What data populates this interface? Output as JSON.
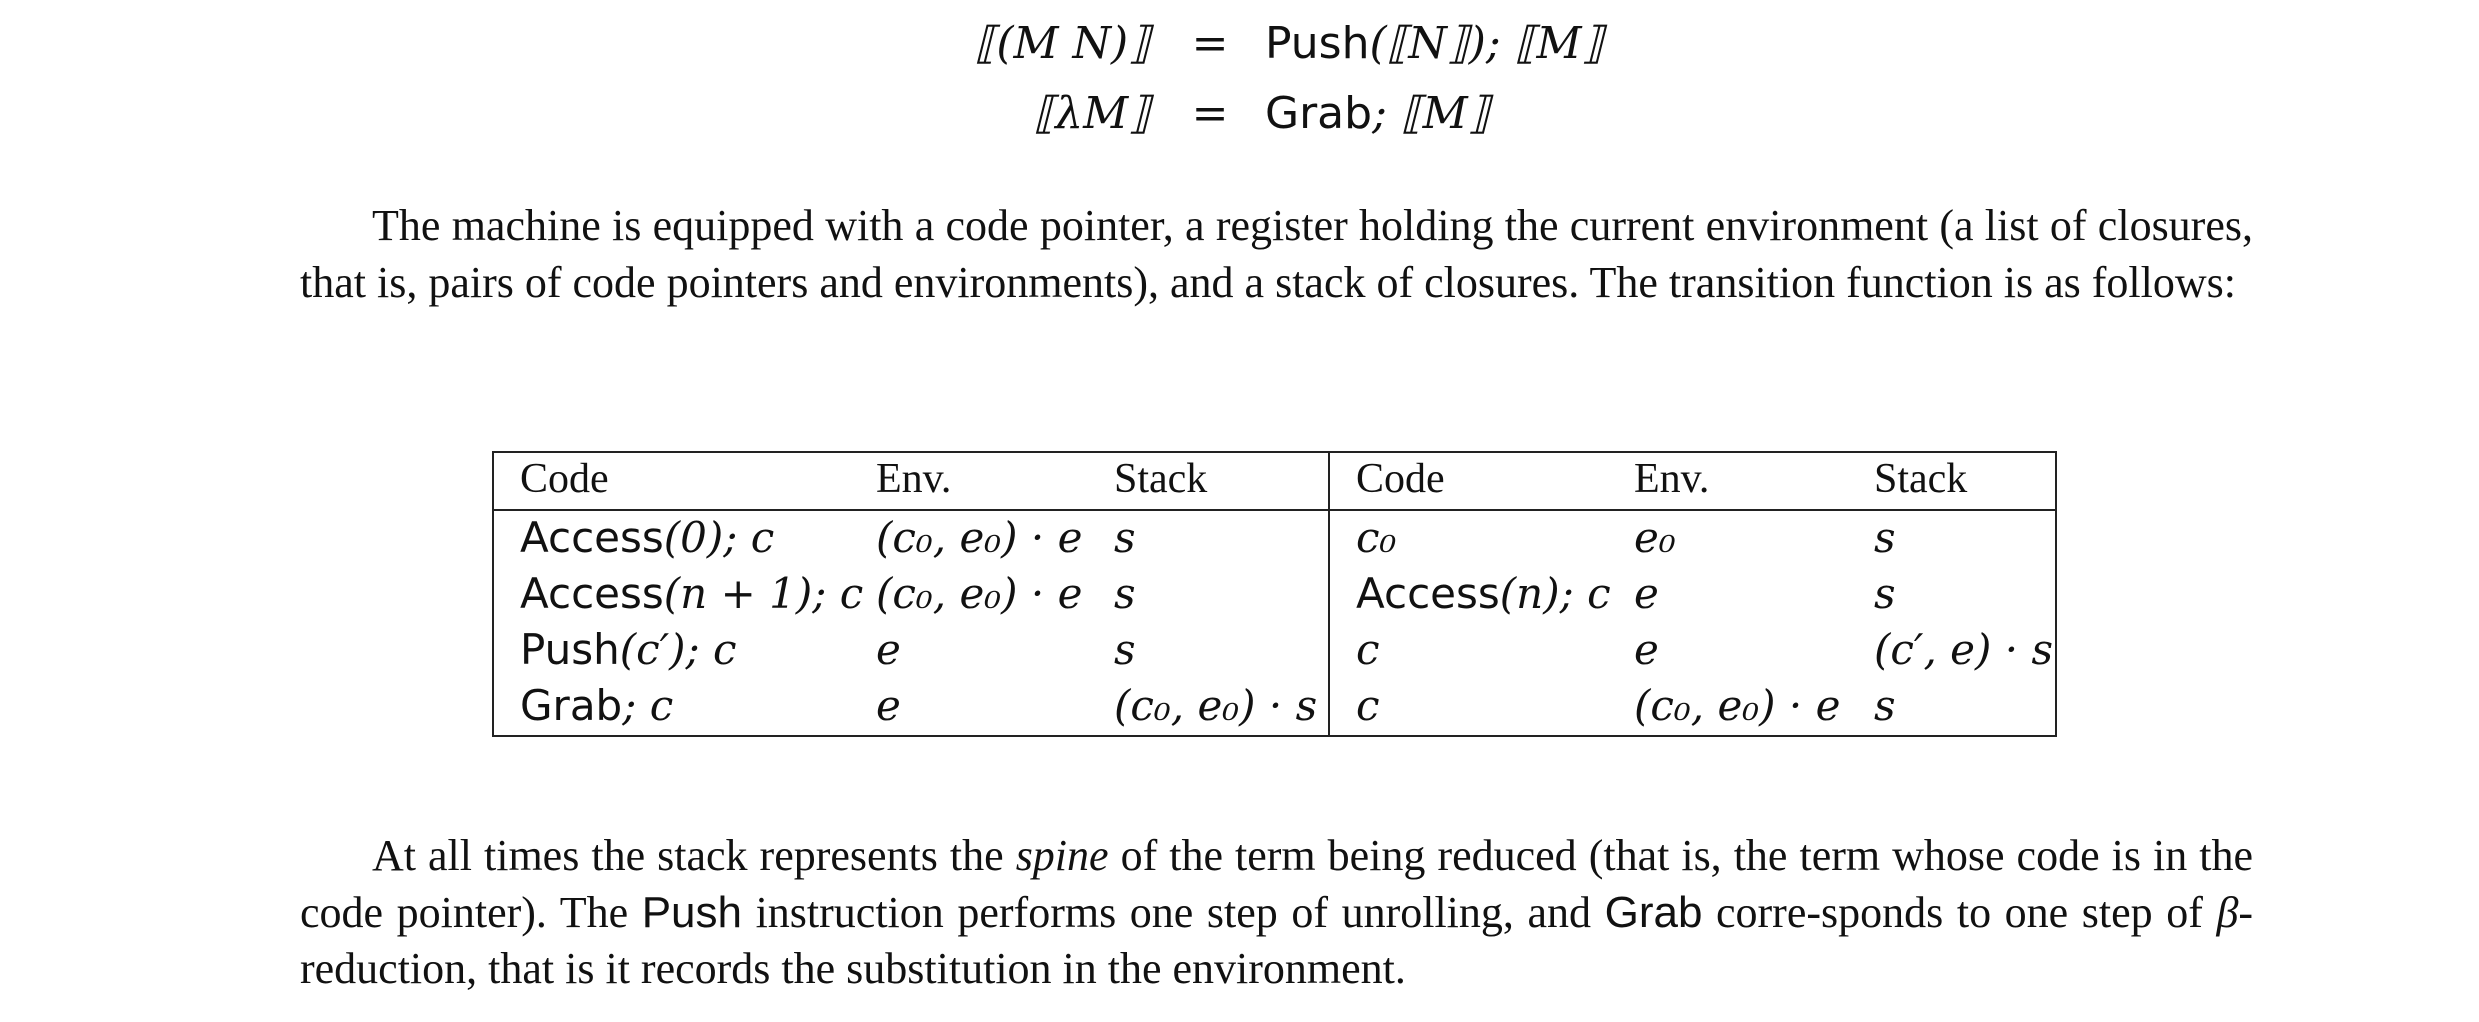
{
  "equations": [
    {
      "lhs": "⟦(M N)⟧",
      "op": "=",
      "rhs_keyword": "Push",
      "rhs_rest": "(⟦N⟧); ⟦M⟧"
    },
    {
      "lhs": "⟦λM⟧",
      "op": "=",
      "rhs_keyword": "Grab",
      "rhs_rest": "; ⟦M⟧"
    }
  ],
  "paragraph1": "The machine is equipped with a code pointer, a register holding the current environment (a list of closures, that is, pairs of code pointers and environments), and a stack of closures.  The transition function is as follows:",
  "table": {
    "headers": [
      "Code",
      "Env.",
      "Stack",
      "Code",
      "Env.",
      "Stack"
    ],
    "rows": [
      {
        "l_code_kw": "Access",
        "l_code_rest": "(0); c",
        "l_env": "(c₀, e₀) · e",
        "l_stack": "s",
        "r_code_kw": "",
        "r_code_rest": "c₀",
        "r_env": "e₀",
        "r_stack": "s"
      },
      {
        "l_code_kw": "Access",
        "l_code_rest": "(n + 1); c",
        "l_env": "(c₀, e₀) · e",
        "l_stack": "s",
        "r_code_kw": "Access",
        "r_code_rest": "(n); c",
        "r_env": "e",
        "r_stack": "s"
      },
      {
        "l_code_kw": "Push",
        "l_code_rest": "(c′); c",
        "l_env": "e",
        "l_stack": "s",
        "r_code_kw": "",
        "r_code_rest": "c",
        "r_env": "e",
        "r_stack": "(c′, e) · s"
      },
      {
        "l_code_kw": "Grab",
        "l_code_rest": "; c",
        "l_env": "e",
        "l_stack": "(c₀, e₀) · s",
        "r_code_kw": "",
        "r_code_rest": "c",
        "r_env": "(c₀, e₀) · e",
        "r_stack": "s"
      }
    ]
  },
  "paragraph2": {
    "p1": "At all times the stack represents the ",
    "spine": "spine",
    "p2": " of the term being reduced (that is, the term whose code is in the code pointer). The ",
    "push": "Push",
    "p3": " instruction performs one step of unrolling, and ",
    "grab": "Grab",
    "p4": " corre-sponds to one step of ",
    "beta": "β",
    "p5": "-reduction, that is it records the substitution in the environment."
  }
}
